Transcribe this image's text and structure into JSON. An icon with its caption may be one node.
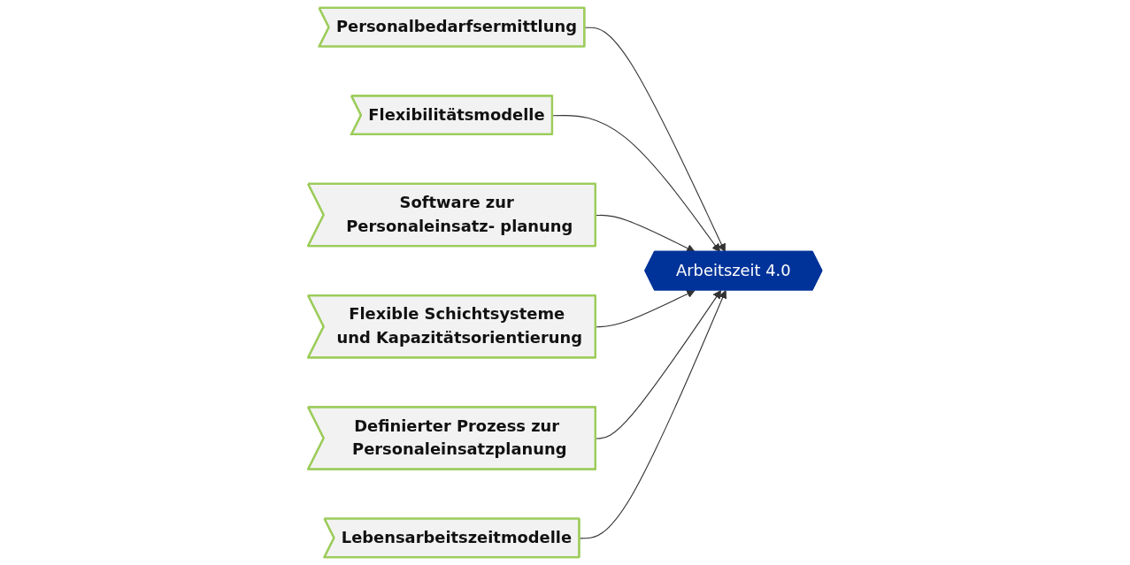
{
  "diagram": {
    "nodes": [
      {
        "text": [
          "Personalbedarfsermittlung"
        ]
      },
      {
        "text": [
          "Flexibilitätsmodelle"
        ]
      },
      {
        "text": [
          "Software zur Personaleinsatz- planung"
        ]
      },
      {
        "text": [
          "Arbeitszeit 4.0"
        ]
      },
      {
        "text": [
          "Flexible Schichtsysteme und Kapazitätsorientierung"
        ]
      },
      {
        "text": [
          "Definierter Prozess zur Personaleinsatzplanung"
        ]
      },
      {
        "text": [
          "Lebensarbeitszeitmodelle"
        ]
      }
    ],
    "edges": [
      {
        "from": 0,
        "to": 3,
        "arrow": "to"
      },
      {
        "from": 1,
        "to": 3,
        "arrow": "to"
      },
      {
        "from": 2,
        "to": 3,
        "arrow": "to"
      },
      {
        "from": 4,
        "to": 3,
        "arrow": "to"
      },
      {
        "from": 5,
        "to": 3,
        "arrow": "to"
      },
      {
        "from": 6,
        "to": 3,
        "arrow": "to"
      }
    ]
  }
}
